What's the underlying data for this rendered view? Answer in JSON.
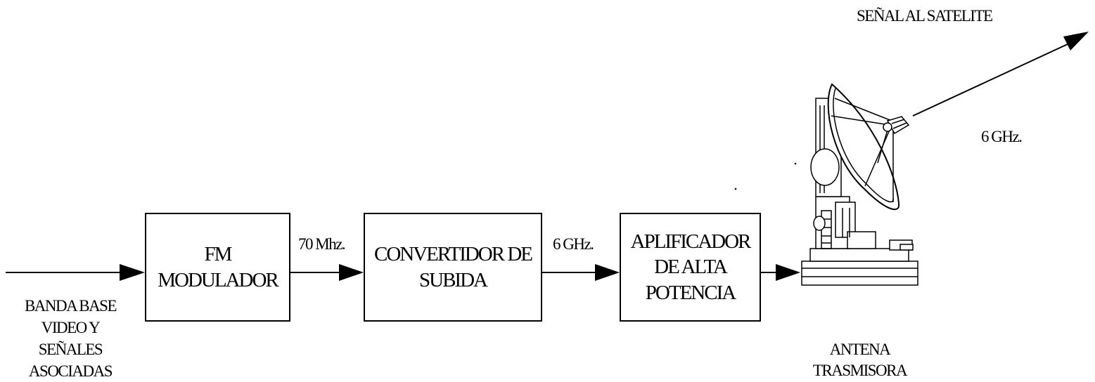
{
  "input": {
    "lines": [
      "BANDA BASE",
      "VIDEO Y",
      "SEÑALES",
      "ASOCIADAS"
    ]
  },
  "blocks": [
    {
      "id": "fm_modulador",
      "lines": [
        "FM",
        "MODULADOR"
      ]
    },
    {
      "id": "convertidor",
      "lines": [
        "CONVERTIDOR DE",
        "SUBIDA"
      ]
    },
    {
      "id": "amplificador",
      "lines": [
        "APLIFICADOR",
        "DE ALTA",
        "POTENCIA"
      ]
    }
  ],
  "links": [
    {
      "label": "70 Mhz."
    },
    {
      "label": "6 GHz."
    }
  ],
  "antenna": {
    "lines": [
      "ANTENA",
      "TRASMISORA"
    ]
  },
  "uplink": {
    "label": "SEÑAL AL SATELITE",
    "frequency": "6 GHz."
  },
  "colors": {
    "stroke": "#000000",
    "background": "#ffffff"
  }
}
